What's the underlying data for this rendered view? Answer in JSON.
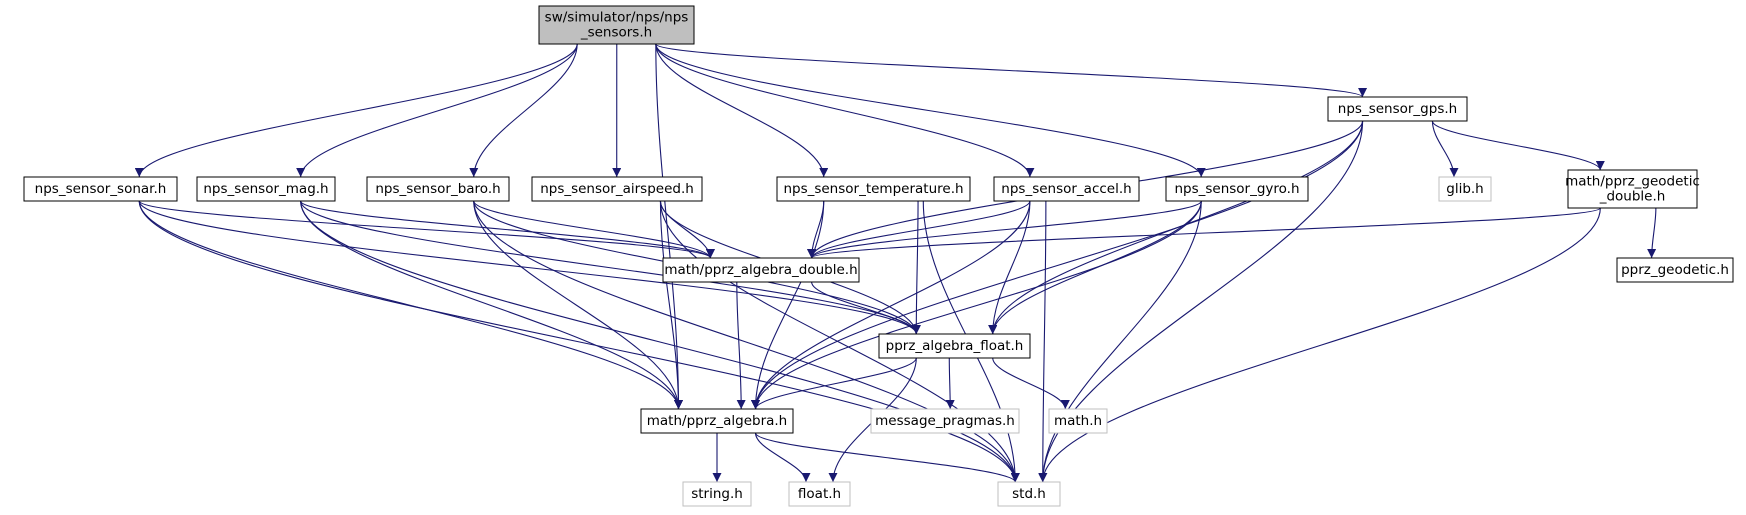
{
  "diagram": {
    "colors": {
      "edge": "#191970",
      "root_fill": "#bfbfbf",
      "node_border": "#000000",
      "external_border": "#bfbfbf",
      "background": "#ffffff"
    },
    "nodes": [
      {
        "id": "root",
        "lines": [
          "sw/simulator/nps/nps",
          "_sensors.h"
        ],
        "kind": "root"
      },
      {
        "id": "gps",
        "lines": [
          "nps_sensor_gps.h"
        ],
        "kind": "internal"
      },
      {
        "id": "sonar",
        "lines": [
          "nps_sensor_sonar.h"
        ],
        "kind": "internal"
      },
      {
        "id": "mag",
        "lines": [
          "nps_sensor_mag.h"
        ],
        "kind": "internal"
      },
      {
        "id": "baro",
        "lines": [
          "nps_sensor_baro.h"
        ],
        "kind": "internal"
      },
      {
        "id": "airspeed",
        "lines": [
          "nps_sensor_airspeed.h"
        ],
        "kind": "internal"
      },
      {
        "id": "temperature",
        "lines": [
          "nps_sensor_temperature.h"
        ],
        "kind": "internal"
      },
      {
        "id": "accel",
        "lines": [
          "nps_sensor_accel.h"
        ],
        "kind": "internal"
      },
      {
        "id": "gyro",
        "lines": [
          "nps_sensor_gyro.h"
        ],
        "kind": "internal"
      },
      {
        "id": "glib",
        "lines": [
          "glib.h"
        ],
        "kind": "external"
      },
      {
        "id": "geodetic_double",
        "lines": [
          "math/pprz_geodetic",
          "_double.h"
        ],
        "kind": "internal"
      },
      {
        "id": "algebra_double",
        "lines": [
          "math/pprz_algebra_double.h"
        ],
        "kind": "internal"
      },
      {
        "id": "pprz_geodetic",
        "lines": [
          "pprz_geodetic.h"
        ],
        "kind": "internal"
      },
      {
        "id": "algebra_float",
        "lines": [
          "pprz_algebra_float.h"
        ],
        "kind": "internal"
      },
      {
        "id": "pprz_algebra",
        "lines": [
          "math/pprz_algebra.h"
        ],
        "kind": "internal"
      },
      {
        "id": "message_pragmas",
        "lines": [
          "message_pragmas.h"
        ],
        "kind": "external"
      },
      {
        "id": "math",
        "lines": [
          "math.h"
        ],
        "kind": "external"
      },
      {
        "id": "string",
        "lines": [
          "string.h"
        ],
        "kind": "external"
      },
      {
        "id": "float",
        "lines": [
          "float.h"
        ],
        "kind": "external"
      },
      {
        "id": "std",
        "lines": [
          "std.h"
        ],
        "kind": "external"
      }
    ],
    "edges": [
      {
        "from": "root",
        "to": "gps"
      },
      {
        "from": "root",
        "to": "sonar"
      },
      {
        "from": "root",
        "to": "mag"
      },
      {
        "from": "root",
        "to": "baro"
      },
      {
        "from": "root",
        "to": "airspeed"
      },
      {
        "from": "root",
        "to": "temperature"
      },
      {
        "from": "root",
        "to": "accel"
      },
      {
        "from": "root",
        "to": "gyro"
      },
      {
        "from": "root",
        "to": "pprz_algebra"
      },
      {
        "from": "gps",
        "to": "algebra_double"
      },
      {
        "from": "gps",
        "to": "algebra_float"
      },
      {
        "from": "gps",
        "to": "pprz_algebra"
      },
      {
        "from": "gps",
        "to": "glib"
      },
      {
        "from": "gps",
        "to": "geodetic_double"
      },
      {
        "from": "gps",
        "to": "std"
      },
      {
        "from": "sonar",
        "to": "algebra_double"
      },
      {
        "from": "sonar",
        "to": "algebra_float"
      },
      {
        "from": "sonar",
        "to": "pprz_algebra"
      },
      {
        "from": "sonar",
        "to": "std"
      },
      {
        "from": "mag",
        "to": "algebra_double"
      },
      {
        "from": "mag",
        "to": "algebra_float"
      },
      {
        "from": "mag",
        "to": "pprz_algebra"
      },
      {
        "from": "mag",
        "to": "std"
      },
      {
        "from": "baro",
        "to": "algebra_double"
      },
      {
        "from": "baro",
        "to": "algebra_float"
      },
      {
        "from": "baro",
        "to": "pprz_algebra"
      },
      {
        "from": "baro",
        "to": "std"
      },
      {
        "from": "airspeed",
        "to": "algebra_double"
      },
      {
        "from": "airspeed",
        "to": "algebra_float"
      },
      {
        "from": "airspeed",
        "to": "pprz_algebra"
      },
      {
        "from": "airspeed",
        "to": "std"
      },
      {
        "from": "temperature",
        "to": "algebra_double"
      },
      {
        "from": "temperature",
        "to": "algebra_float"
      },
      {
        "from": "temperature",
        "to": "pprz_algebra"
      },
      {
        "from": "temperature",
        "to": "std"
      },
      {
        "from": "accel",
        "to": "algebra_double"
      },
      {
        "from": "accel",
        "to": "algebra_float"
      },
      {
        "from": "accel",
        "to": "pprz_algebra"
      },
      {
        "from": "accel",
        "to": "std"
      },
      {
        "from": "gyro",
        "to": "algebra_double"
      },
      {
        "from": "gyro",
        "to": "algebra_float"
      },
      {
        "from": "gyro",
        "to": "pprz_algebra"
      },
      {
        "from": "gyro",
        "to": "std"
      },
      {
        "from": "geodetic_double",
        "to": "algebra_double"
      },
      {
        "from": "geodetic_double",
        "to": "pprz_geodetic"
      },
      {
        "from": "geodetic_double",
        "to": "std"
      },
      {
        "from": "algebra_double",
        "to": "algebra_float"
      },
      {
        "from": "algebra_double",
        "to": "pprz_algebra"
      },
      {
        "from": "algebra_float",
        "to": "pprz_algebra"
      },
      {
        "from": "algebra_float",
        "to": "message_pragmas"
      },
      {
        "from": "algebra_float",
        "to": "math"
      },
      {
        "from": "algebra_float",
        "to": "float"
      },
      {
        "from": "pprz_algebra",
        "to": "string"
      },
      {
        "from": "pprz_algebra",
        "to": "float"
      },
      {
        "from": "pprz_algebra",
        "to": "std"
      }
    ]
  }
}
